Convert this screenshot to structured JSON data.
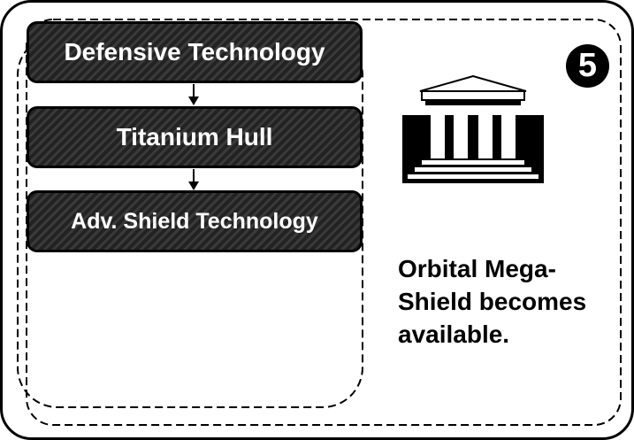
{
  "card": {
    "step_number": "5",
    "building_icon": "temple-building-icon",
    "tech_tree": [
      {
        "label": "Defensive Technology"
      },
      {
        "label": "Titanium Hull"
      },
      {
        "label": "Adv. Shield Technology"
      }
    ],
    "result_text": "Orbital Mega-Shield becomes available."
  }
}
